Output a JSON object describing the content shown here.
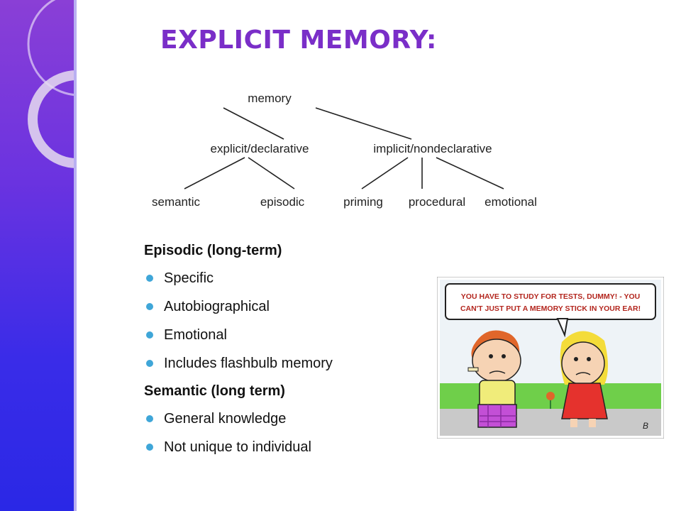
{
  "title": "EXPLICIT MEMORY:",
  "tree": {
    "root": "memory",
    "explicit": "explicit/declarative",
    "implicit": "implicit/nondeclarative",
    "semantic": "semantic",
    "episodic": "episodic",
    "priming": "priming",
    "procedural": "procedural",
    "emotional": "emotional"
  },
  "sections": [
    {
      "heading": "Episodic  (long-term)",
      "items": [
        "Specific",
        "Autobiographical",
        "Emotional",
        "Includes flashbulb memory"
      ]
    },
    {
      "heading": "Semantic  (long term)",
      "items": [
        "General knowledge",
        "Not unique to individual"
      ]
    }
  ],
  "cartoon": {
    "speech": [
      "YOU HAVE TO STUDY FOR TESTS, DUMMY! - YOU",
      "CAN'T JUST PUT A MEMORY STICK IN YOUR EAR!"
    ],
    "signature": "B"
  },
  "colors": {
    "title": "#7a2ec8",
    "bullet": "#3fa6d8",
    "sidebar_top": "#8a3fd6",
    "sidebar_bottom": "#2a28e6"
  }
}
